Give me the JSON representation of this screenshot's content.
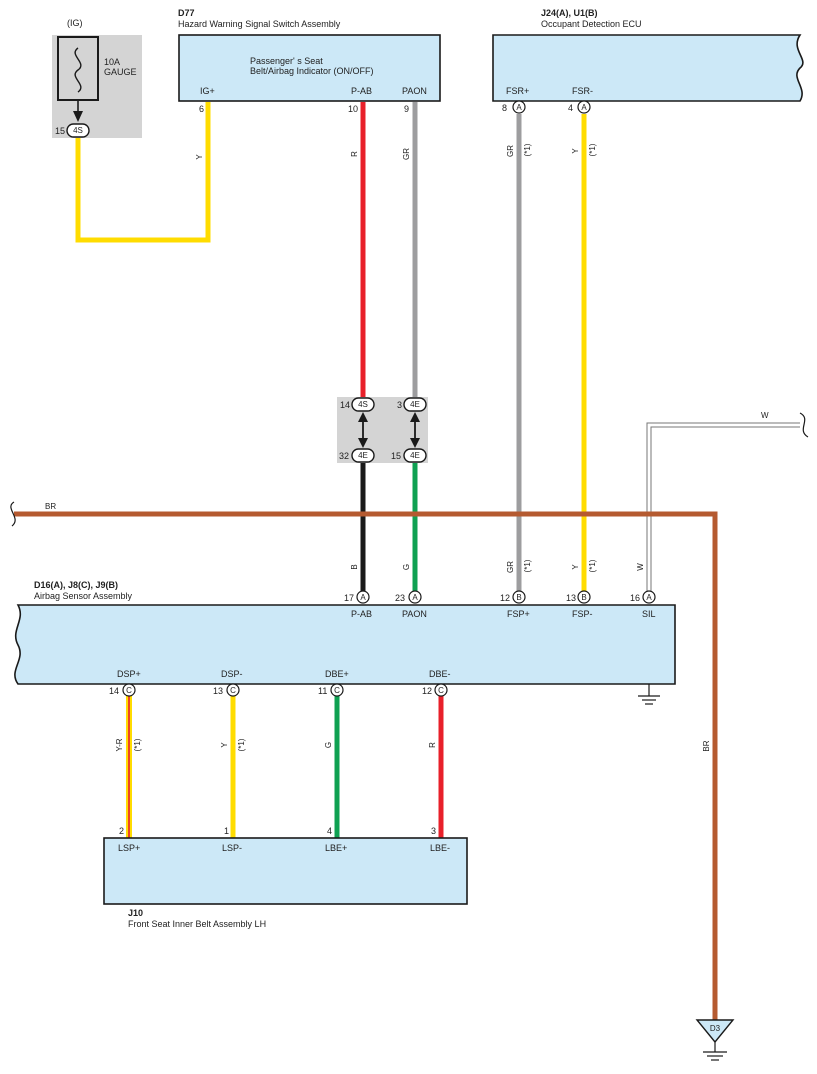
{
  "fuse": {
    "power_label": "(IG)",
    "name": "10A",
    "label": "GAUGE",
    "conn_pin": "15",
    "conn_code": "4S"
  },
  "d77": {
    "code": "D77",
    "name": "Hazard Warning Signal Switch Assembly",
    "inner_line1": "Passenger' s Seat",
    "inner_line2": "Belt/Airbag Indicator (ON/OFF)",
    "pins": [
      {
        "pin": "6",
        "term": "IG+"
      },
      {
        "pin": "10",
        "term": "P-AB"
      },
      {
        "pin": "9",
        "term": "PAON"
      }
    ]
  },
  "ecu": {
    "code": "J24(A), U1(B)",
    "name": "Occupant Detection ECU",
    "pins": [
      {
        "pin": "8",
        "conn": "A",
        "term": "FSR+"
      },
      {
        "pin": "4",
        "conn": "A",
        "term": "FSR-"
      }
    ]
  },
  "junction": {
    "top": [
      {
        "pin": "14",
        "code": "4S"
      },
      {
        "pin": "3",
        "code": "4E"
      }
    ],
    "bottom": [
      {
        "pin": "32",
        "code": "4E"
      },
      {
        "pin": "15",
        "code": "4E"
      }
    ]
  },
  "airbag": {
    "code": "D16(A), J8(C), J9(B)",
    "name": "Airbag Sensor Assembly",
    "top_pins": [
      {
        "pin": "17",
        "conn": "A",
        "term": "P-AB"
      },
      {
        "pin": "23",
        "conn": "A",
        "term": "PAON"
      },
      {
        "pin": "12",
        "conn": "B",
        "term": "FSP+"
      },
      {
        "pin": "13",
        "conn": "B",
        "term": "FSP-"
      },
      {
        "pin": "16",
        "conn": "A",
        "term": "SIL"
      }
    ],
    "bottom_pins": [
      {
        "pin": "14",
        "conn": "C",
        "term": "DSP+"
      },
      {
        "pin": "13",
        "conn": "C",
        "term": "DSP-"
      },
      {
        "pin": "11",
        "conn": "C",
        "term": "DBE+"
      },
      {
        "pin": "12",
        "conn": "C",
        "term": "DBE-"
      }
    ]
  },
  "j10": {
    "code": "J10",
    "name": "Front Seat Inner Belt Assembly LH",
    "pins": [
      {
        "pin": "2",
        "term": "LSP+"
      },
      {
        "pin": "1",
        "term": "LSP-"
      },
      {
        "pin": "4",
        "term": "LBE+"
      },
      {
        "pin": "3",
        "term": "LBE-"
      }
    ]
  },
  "wire_labels": {
    "ig_y": "Y",
    "pab_r": "R",
    "paon_gr": "GR",
    "fsr_plus_gr": "GR",
    "fsr_minus_y": "Y",
    "star1": "(*1)",
    "w_top": "W",
    "br_left": "BR",
    "pab_b": "B",
    "paon_g": "G",
    "fsp_plus_gr": "GR",
    "fsp_minus_y": "Y",
    "sil_w": "W",
    "dsp_plus_yr": "Y-R",
    "dsp_minus_y": "Y",
    "dbe_plus_g": "G",
    "dbe_minus_r": "R",
    "br_right": "BR"
  },
  "ground_ref": "D3",
  "colors": {
    "yellow": "#ffdc00",
    "red": "#e8202a",
    "gray": "#9d9d9f",
    "black": "#1a1a1a",
    "green": "#0fa152",
    "brown": "#b55a30",
    "component_fill": "#cce8f7",
    "splice_fill": "#d4d4d4"
  }
}
